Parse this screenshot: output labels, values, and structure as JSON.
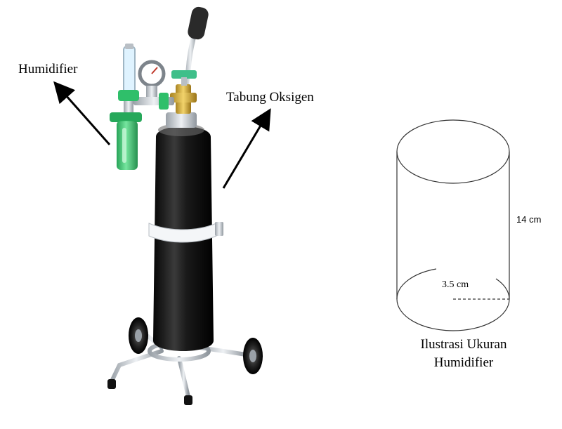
{
  "labels": {
    "humidifier": "Humidifier",
    "tank": "Tabung Oksigen"
  },
  "illustration": {
    "height_label": "14 cm",
    "radius_label": "3.5 cm",
    "caption_line1": "Ilustrasi Ukuran",
    "caption_line2": "Humidifier"
  },
  "colors": {
    "tank_body": "#141414",
    "humidifier_green": "#2fbf6a",
    "regulator_brass": "#c9a23a",
    "frame_steel": "#c7ccd2",
    "outline": "#333333"
  }
}
